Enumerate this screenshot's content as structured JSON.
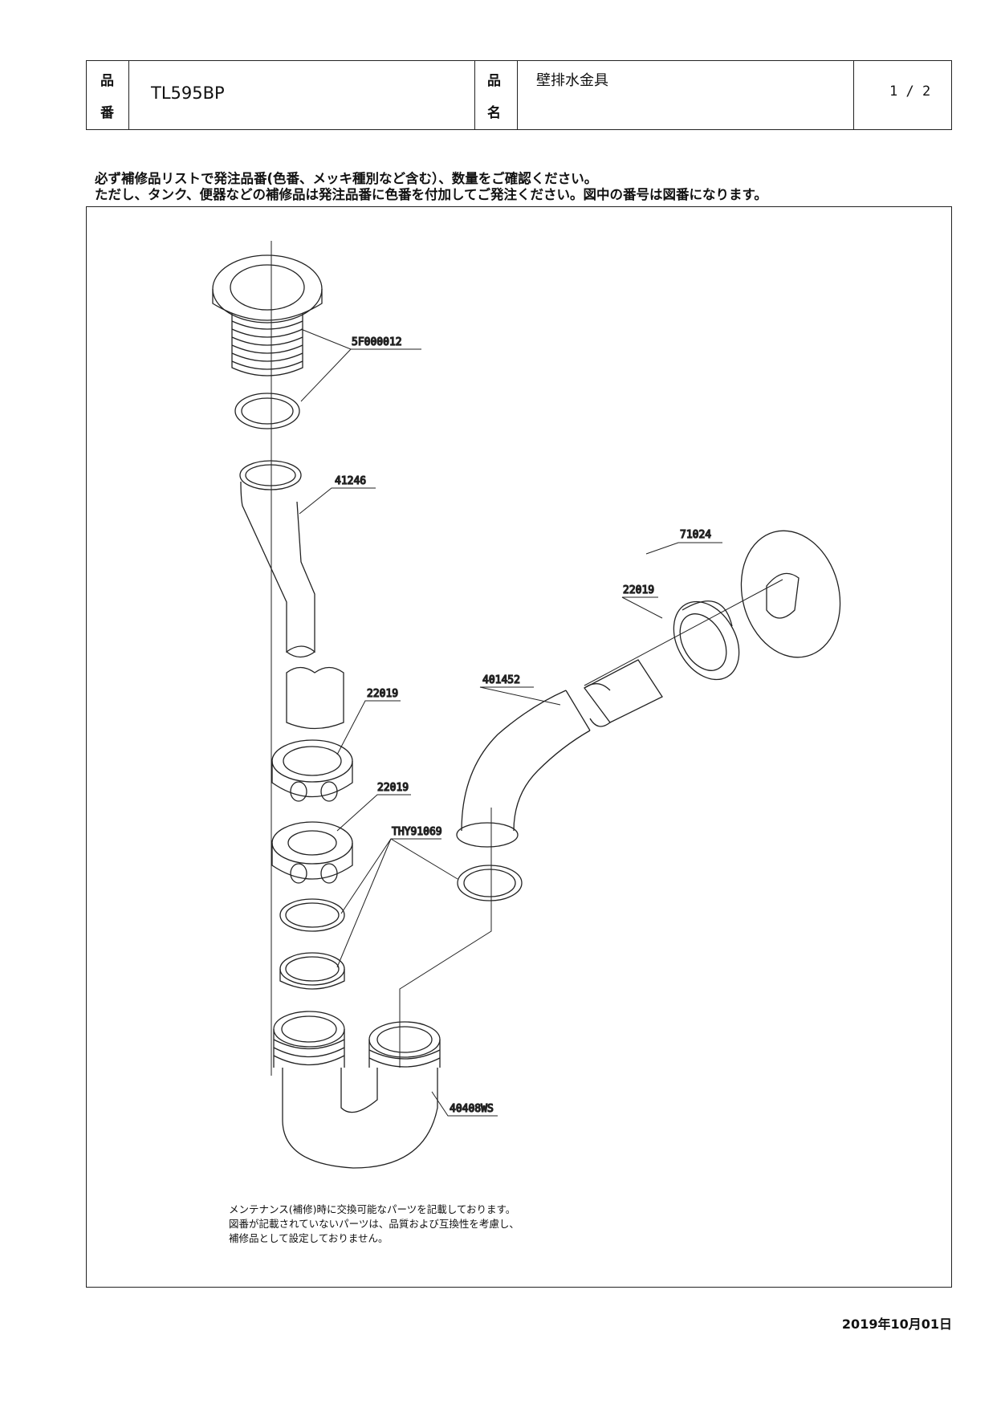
{
  "header": {
    "product_number_label_1": "品",
    "product_number_label_2": "番",
    "product_number": "TL595BP",
    "product_name_label_1": "品",
    "product_name_label_2": "名",
    "product_name": "壁排水金具",
    "page": "1 / 2"
  },
  "notes": {
    "line1": "必ず補修品リストで発注品番(色番、メッキ種別など含む）、数量をご確認ください。",
    "line2": "ただし、タンク、便器などの補修品は発注品番に色番を付加してご発注ください。図中の番号は図番になります。"
  },
  "callouts": {
    "part_5f000012": "5F000012",
    "part_41246": "41246",
    "part_71024": "71024",
    "part_22019_a": "22019",
    "part_401452": "401452",
    "part_22019_b": "22019",
    "part_22019_c": "22019",
    "part_thy91069": "THY91069",
    "part_40408ws": "40408WS"
  },
  "footnote": {
    "line1": "メンテナンス(補修)時に交換可能なパーツを記載しております。",
    "line2": "図番が記載されていないパーツは、品質および互換性を考慮し、",
    "line3": "補修品として設定しておりません。"
  },
  "date": "2019年10月01日"
}
